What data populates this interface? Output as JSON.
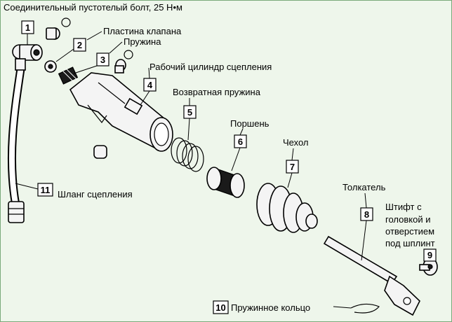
{
  "labels": {
    "banjo_bolt": "Соединительный пустотелый болт, 25 Н•м",
    "valve_plate": "Пластина клапана",
    "spring": "Пружина",
    "slave_cylinder": "Рабочий цилиндр сцепления",
    "return_spring": "Возвратная пружина",
    "piston": "Поршень",
    "boot": "Чехол",
    "push_rod": "Толкатель",
    "pin_line1": "Штифт с",
    "pin_line2": "головкой и",
    "pin_line3": "отверстием",
    "pin_line4": "под шплинт",
    "snap_ring": "Пружинное кольцо",
    "hose": "Шланг сцепления"
  },
  "callouts": {
    "n1": "1",
    "n2": "2",
    "n3": "3",
    "n4": "4",
    "n5": "5",
    "n6": "6",
    "n7": "7",
    "n8": "8",
    "n9": "9",
    "n10": "10",
    "n11": "11"
  }
}
